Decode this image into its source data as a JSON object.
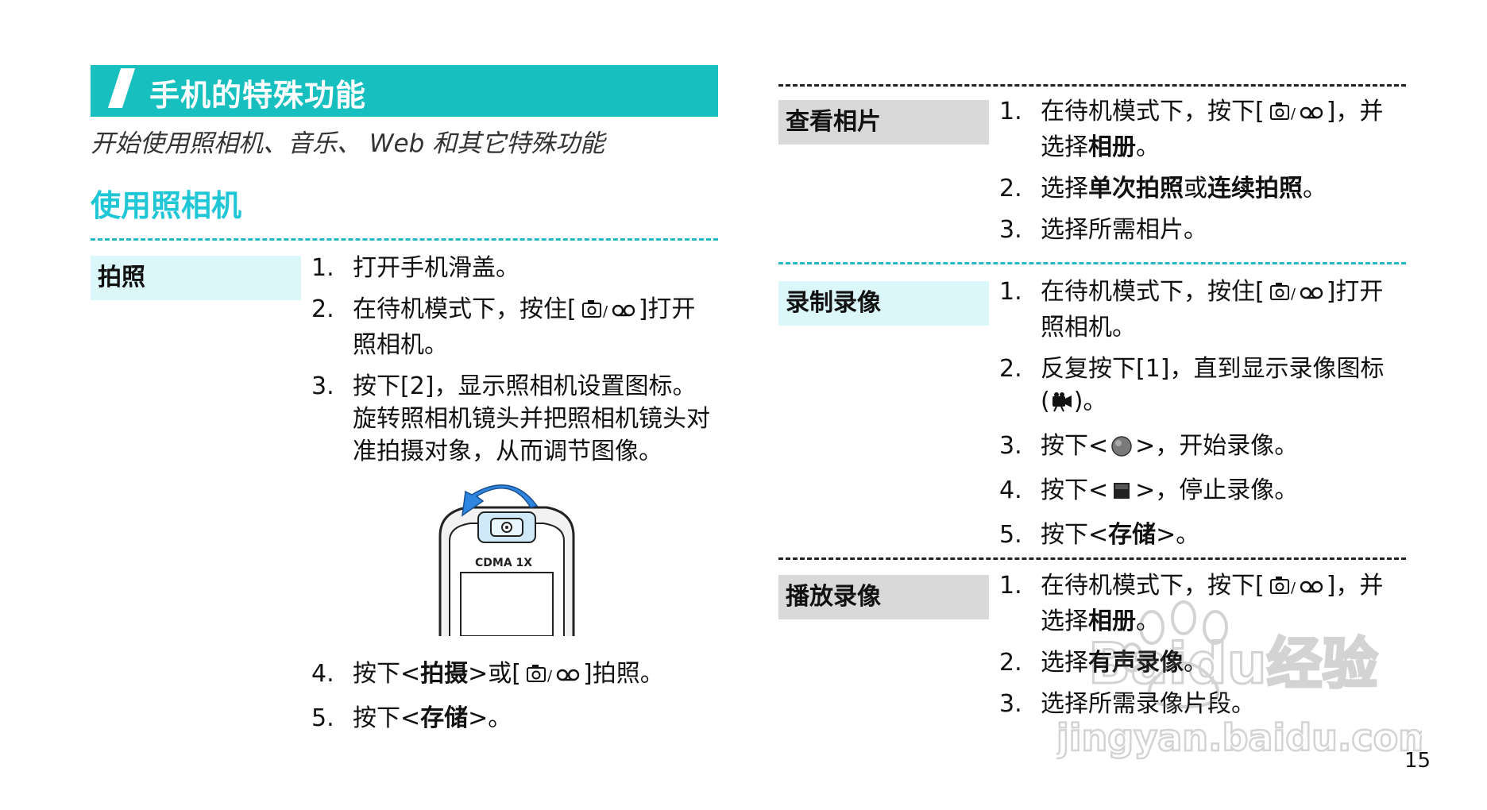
{
  "header": {
    "title": "手机的特殊功能",
    "subtitle": "开始使用照相机、音乐、 Web 和其它特殊功能"
  },
  "camera_section": {
    "heading": "使用照相机"
  },
  "blocks": {
    "take_photo": {
      "label": "拍照",
      "s1": "打开手机滑盖。",
      "s2_a": "在待机模式下，按住[",
      "s2_b": "]打开",
      "s2_c": "照相机。",
      "s3_a": "按下[2]，显示照相机设置图标。",
      "s3_b": "旋转照相机镜头并把照相机镜头对",
      "s3_c": "准拍摄对象，从而调节图像。",
      "phone_text": "CDMA 1X",
      "s4_a": "按下<",
      "s4_b": "拍摄",
      "s4_c": ">或[",
      "s4_d": "]拍照。",
      "s5_a": "按下<",
      "s5_b": "存储",
      "s5_c": ">。"
    },
    "view_photo": {
      "label": "查看相片",
      "s1_a": "在待机模式下，按下[",
      "s1_b": "]，并",
      "s1_c": "选择",
      "s1_d": "相册",
      "s1_e": "。",
      "s2_a": "选择",
      "s2_b": "单次拍照",
      "s2_c": "或",
      "s2_d": "连续拍照",
      "s2_e": "。",
      "s3": "选择所需相片。"
    },
    "record_video": {
      "label": "录制录像",
      "s1_a": "在待机模式下，按住[",
      "s1_b": "]打开",
      "s1_c": "照相机。",
      "s2_a": "反复按下[1]，直到显示录像图标",
      "s2_b": "(",
      "s2_c": ")。",
      "s3_a": "按下<",
      "s3_b": ">，开始录像。",
      "s4_a": "按下<",
      "s4_b": ">，停止录像。",
      "s5_a": "按下<",
      "s5_b": "存储",
      "s5_c": ">。"
    },
    "play_video": {
      "label": "播放录像",
      "s1_a": "在待机模式下，按下[",
      "s1_b": "]，并",
      "s1_c": "选择",
      "s1_d": "相册",
      "s1_e": "。",
      "s2_a": "选择",
      "s2_b": "有声录像",
      "s2_c": "。",
      "s3": "选择所需录像片段。"
    }
  },
  "numbers": [
    "1.",
    "2.",
    "3.",
    "4.",
    "5."
  ],
  "page_number": "15",
  "watermark": {
    "logo_text": "Baidu经验",
    "url": "jingyan.baidu.com"
  },
  "colors": {
    "header_band": "#17c0bf",
    "heading_cyan": "#1fc6d6",
    "label_cyan": "#dbf7f9",
    "label_gray": "#d9d9d9"
  },
  "icons": {
    "camera_key": "camera-record-key-icon",
    "video_mode": "video-camera-icon",
    "record_button": "record-circle-icon",
    "stop_button": "stop-square-icon"
  }
}
